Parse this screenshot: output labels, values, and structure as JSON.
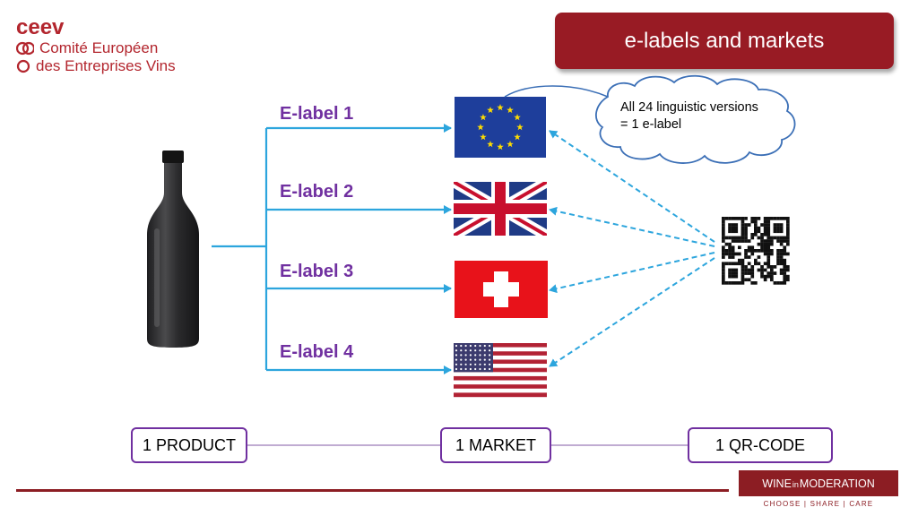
{
  "logo": {
    "mark": "ceev",
    "line1": "Comité Européen",
    "line2": "des Entreprises Vins"
  },
  "title": "e-labels and markets",
  "elabels": [
    "E-label 1",
    "E-label 2",
    "E-label 3",
    "E-label 4"
  ],
  "flags": [
    "eu-flag",
    "uk-flag",
    "swiss-flag",
    "us-flag"
  ],
  "cloud": {
    "line1": "All 24 linguistic versions",
    "line2": "= 1 e-label"
  },
  "boxes": {
    "product": "1 PRODUCT",
    "market": "1 MARKET",
    "qr": "1 QR-CODE"
  },
  "footer": {
    "brand_prefix": "WINE",
    "brand_mid": "in",
    "brand_suffix": "MODERATION",
    "tagline": "CHOOSE | SHARE | CARE"
  },
  "colors": {
    "accent": "#981b24",
    "purple": "#7030a0",
    "arrow_blue": "#2ca5dd"
  }
}
